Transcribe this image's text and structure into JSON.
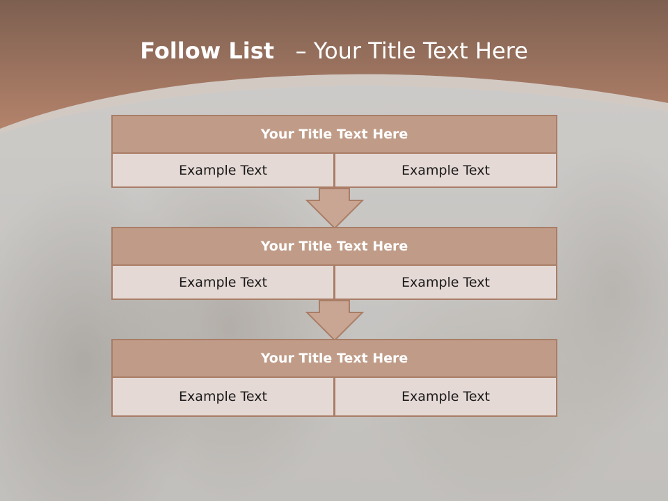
{
  "slide": {
    "title_bold": "Follow List",
    "title_rest": "– Your Title Text Here"
  },
  "steps": [
    {
      "title": "Your Title Text Here",
      "left": "Example Text",
      "right": "Example Text"
    },
    {
      "title": "Your Title Text Here",
      "left": "Example Text",
      "right": "Example Text"
    },
    {
      "title": "Your Title Text Here",
      "left": "Example Text",
      "right": "Example Text"
    }
  ],
  "colors": {
    "header_brown": "#8f6a58",
    "box_title_fill": "#c09c88",
    "box_cell_fill": "#e5d9d5",
    "box_border": "#a97d66",
    "arrow_fill": "#c9a593"
  }
}
